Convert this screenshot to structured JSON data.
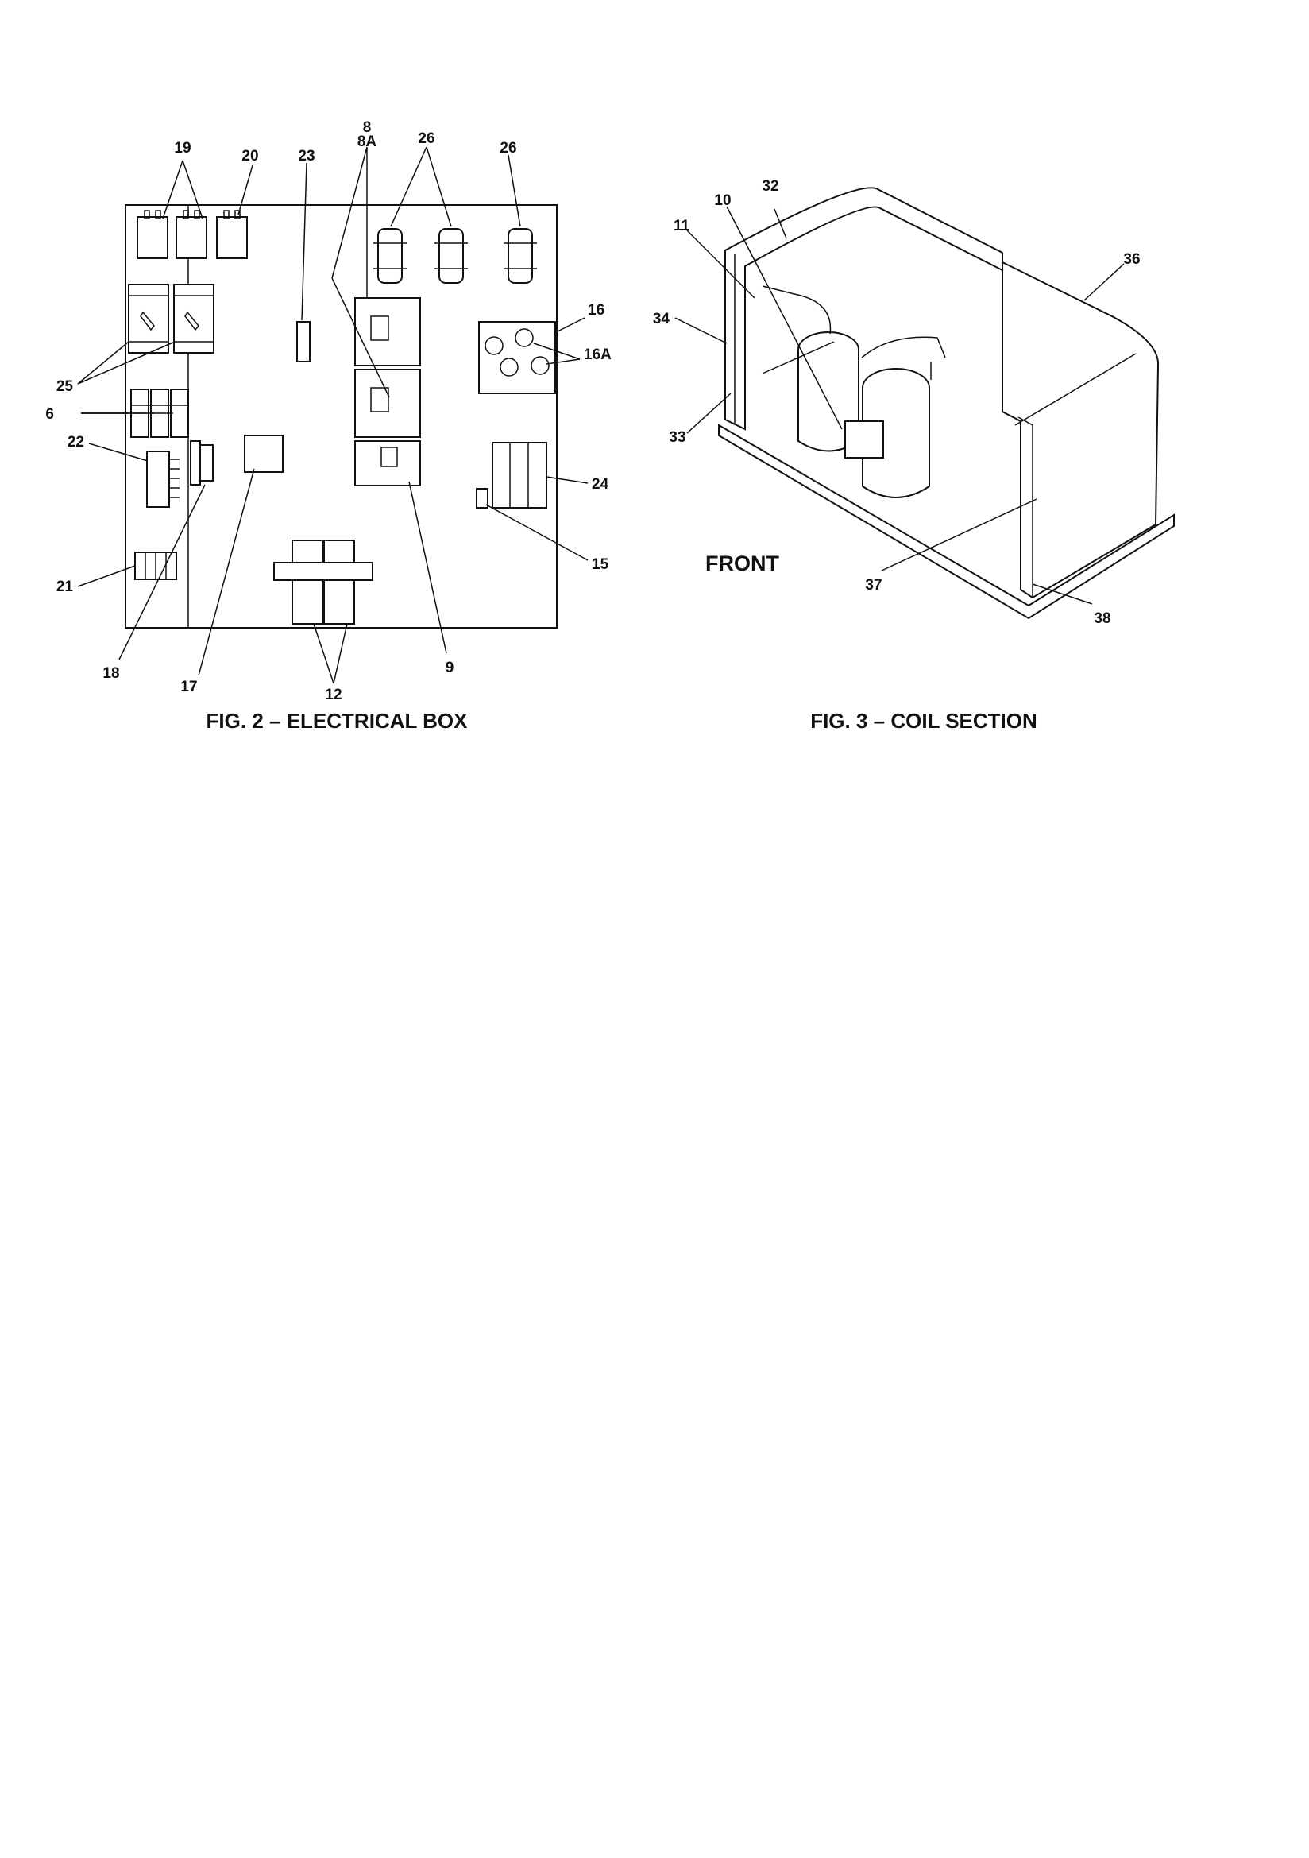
{
  "figures": [
    {
      "caption": "FIG. 2 – ELECTRICAL BOX",
      "callouts": [
        "19",
        "20",
        "23",
        "8",
        "8A",
        "26",
        "26",
        "16",
        "16A",
        "25",
        "6",
        "22",
        "24",
        "21",
        "15",
        "18",
        "17",
        "12",
        "9"
      ]
    },
    {
      "caption": "FIG. 3 – COIL SECTION",
      "front_label": "FRONT",
      "callouts": [
        "10",
        "32",
        "11",
        "36",
        "34",
        "33",
        "37",
        "38"
      ]
    }
  ]
}
